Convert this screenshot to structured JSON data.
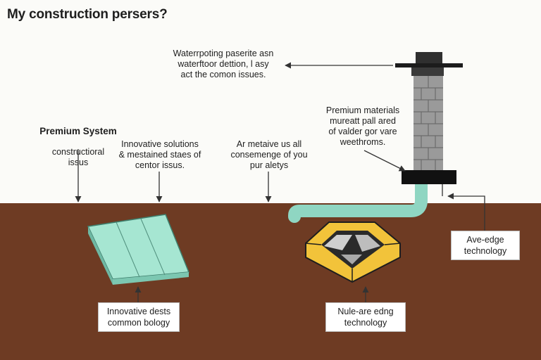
{
  "title": "My construction persers?",
  "callouts": {
    "top_waterproof": "Waterrpoting paserite asn\nwaterftoor dettion, l asy\nact the comon issues.",
    "premium_system_heading": "Premium System",
    "premium_system_body": "constructioral\nissus",
    "innovative_solutions": "Innovative solutions\n& mestained staes of\ncentor issus.",
    "ar_metaive": "Ar metaive us all\nconsemenge of you\npur aletys",
    "premium_materials": "Premium materials\nmureatt pall ared\nof valder gor vare\nweethroms."
  },
  "boxes": {
    "innovative_desits": "Innovative dests\ncommon bology",
    "nule_are": "Nule-are edng\ntechnology",
    "ave_edge": "Ave-edge\ntechnology"
  },
  "colors": {
    "background": "#fbfbf8",
    "soil": "#6e3b23",
    "membrane": "#a6e6d2",
    "pipe": "#8fd6c2",
    "yellow_node": "#f2c33a",
    "column_brick": "#9a9a9a",
    "column_cap": "#3c3c3c",
    "base_plate": "#111111",
    "arrow": "#333333"
  },
  "icons": [
    "membrane-panel-icon",
    "drain-node-icon",
    "brick-column-icon",
    "pipe-icon"
  ]
}
